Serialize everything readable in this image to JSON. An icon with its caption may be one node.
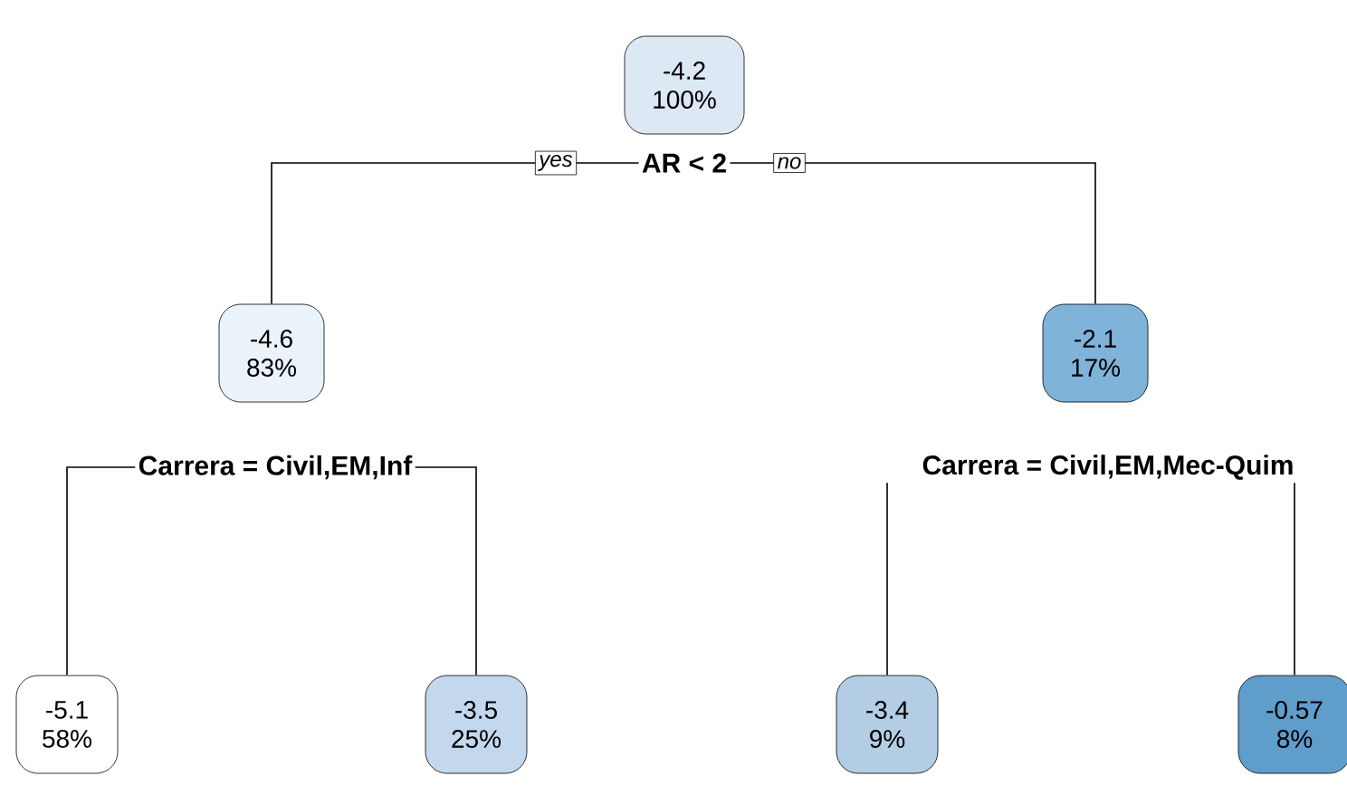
{
  "diagram": {
    "nodes": [
      {
        "text": [
          "-4.2",
          "100%"
        ],
        "beside": [
          "AR < 2"
        ]
      },
      {
        "text": [
          "-4.6",
          "83%"
        ],
        "beside": [
          "Carrera = Civil,EM,Inf"
        ]
      },
      {
        "text": [
          "-2.1",
          "17%"
        ],
        "beside": [
          "Carrera = Civil,EM,Mec-Quim"
        ]
      },
      {
        "text": [
          "-5.1",
          "58%"
        ]
      },
      {
        "text": [
          "-3.5",
          "25%"
        ]
      },
      {
        "text": [
          "-3.4",
          "9%"
        ]
      },
      {
        "text": [
          "-0.57",
          "8%"
        ]
      }
    ],
    "edges": [
      {
        "from": 0,
        "to": 1,
        "arrow": "none",
        "label": "yes"
      },
      {
        "from": 0,
        "to": 2,
        "arrow": "none",
        "label": "no"
      },
      {
        "from": 1,
        "to": 3,
        "arrow": "none"
      },
      {
        "from": 1,
        "to": 4,
        "arrow": "none"
      },
      {
        "from": 2,
        "to": 5,
        "arrow": "none"
      },
      {
        "from": 2,
        "to": 6,
        "arrow": "none"
      }
    ]
  }
}
